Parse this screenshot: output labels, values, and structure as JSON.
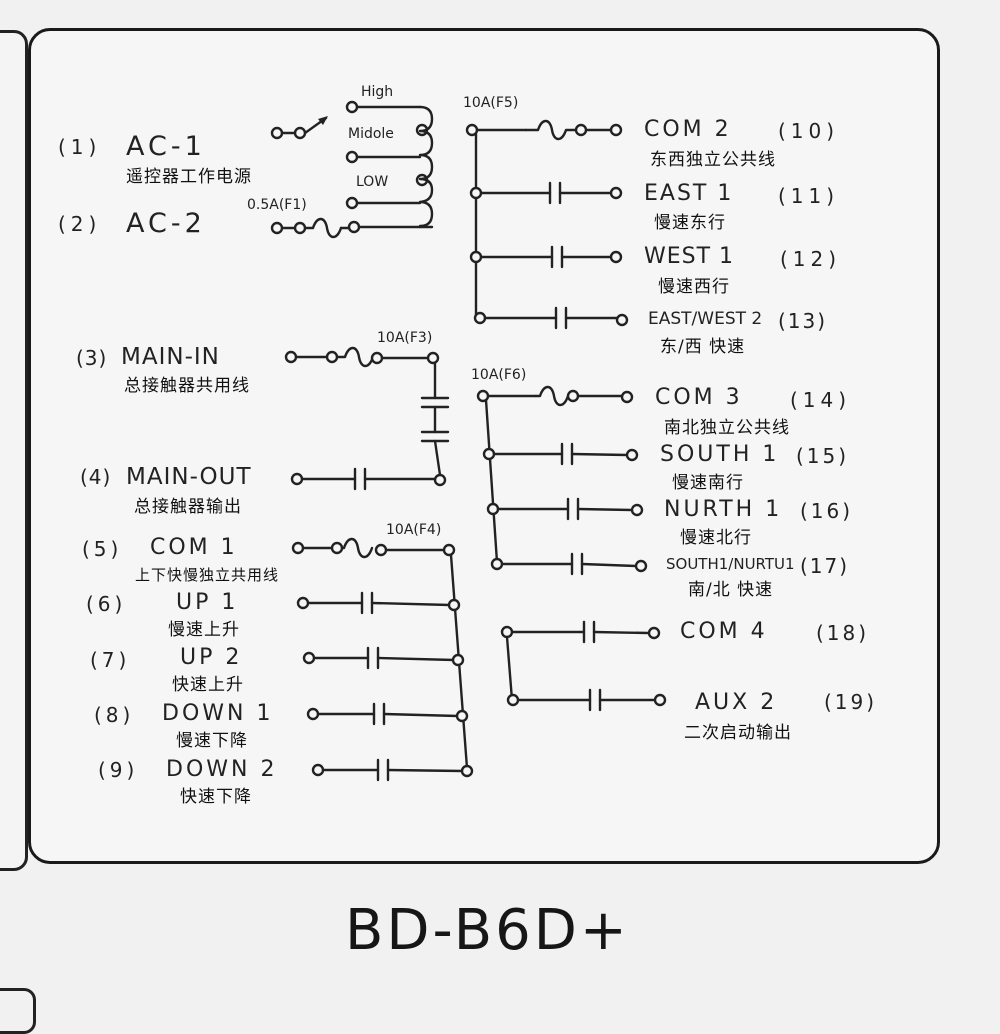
{
  "model": "BD-B6D+",
  "power": {
    "ac1": {
      "num": "(1)",
      "name": "AC-1",
      "cn": "遥控器工作电源"
    },
    "ac2": {
      "num": "(2)",
      "name": "AC-2"
    },
    "speed_taps": [
      "High",
      "Midole",
      "LOW"
    ],
    "fuse": "0.5A(F1)"
  },
  "main": {
    "fuse": "10A(F3)",
    "terminals": [
      {
        "num": "(3)",
        "name": "MAIN-IN",
        "cn": "总接触器共用线"
      },
      {
        "num": "(4)",
        "name": "MAIN-OUT",
        "cn": "总接触器输出"
      }
    ]
  },
  "hoist": {
    "fuse": "10A(F4)",
    "terminals": [
      {
        "num": "(5)",
        "name": "COM 1",
        "cn": "上下快慢独立共用线"
      },
      {
        "num": "(6)",
        "name": "UP 1",
        "cn": "慢速上升"
      },
      {
        "num": "(7)",
        "name": "UP 2",
        "cn": "快速上升"
      },
      {
        "num": "(8)",
        "name": "DOWN 1",
        "cn": "慢速下降"
      },
      {
        "num": "(9)",
        "name": "DOWN 2",
        "cn": "快速下降"
      }
    ]
  },
  "east_west": {
    "fuse": "10A(F5)",
    "terminals": [
      {
        "num": "(10)",
        "name": "COM 2",
        "cn": "东西独立公共线"
      },
      {
        "num": "(11)",
        "name": "EAST 1",
        "cn": "慢速东行"
      },
      {
        "num": "(12)",
        "name": "WEST 1",
        "cn": "慢速西行"
      },
      {
        "num": "(13)",
        "name": "EAST/WEST 2",
        "cn": "东/西 快速"
      }
    ]
  },
  "south_north": {
    "fuse": "10A(F6)",
    "terminals": [
      {
        "num": "(14)",
        "name": "COM 3",
        "cn": "南北独立公共线"
      },
      {
        "num": "(15)",
        "name": "SOUTH 1",
        "cn": "慢速南行"
      },
      {
        "num": "(16)",
        "name": "NURTH 1",
        "cn": "慢速北行"
      },
      {
        "num": "(17)",
        "name": "SOUTH1/NURTU1",
        "cn": "南/北 快速"
      }
    ]
  },
  "aux": {
    "terminals": [
      {
        "num": "(18)",
        "name": "COM 4"
      },
      {
        "num": "(19)",
        "name": "AUX 2",
        "cn": "二次启动输出"
      }
    ]
  }
}
